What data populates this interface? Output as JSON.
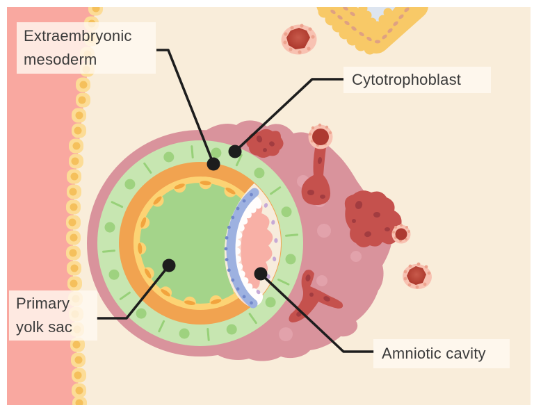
{
  "figure": {
    "type": "medical-illustration",
    "subject": "Implanted blastocyst with primary yolk sac and amniotic cavity"
  },
  "labels": [
    {
      "id": "extraembryonic-mesoderm",
      "lines": [
        "Extraembryonic",
        "mesoderm"
      ]
    },
    {
      "id": "cytotrophoblast",
      "lines": [
        "Cytotrophoblast"
      ]
    },
    {
      "id": "primary-yolk-sac",
      "lines": [
        "Primary",
        "yolk sac"
      ]
    },
    {
      "id": "amniotic-cavity",
      "lines": [
        "Amniotic cavity"
      ]
    }
  ],
  "colors": {
    "page_margin": "#ffffff",
    "background": "#f9edda",
    "uterine_wall": "#f9a8a0",
    "uterine_cell": "#fcdc96",
    "uterine_cell_nucleus": "#f5c05c",
    "syncytiotrophoblast": "#d9939c",
    "syncytio_light_spot": "#e2a2ab",
    "lacuna": "#c5514d",
    "lacuna_spot": "#a23c40",
    "blood_vessel_rim": "#f8c2b2",
    "blood_vessel_core": "#ad3a31",
    "cytotrophoblast_ring": "#c7e6b1",
    "cytotrophoblast_cell": "#9ed27f",
    "extraembryonic_mesoderm": "#f1a350",
    "yolk_membrane": "#fcd374",
    "yolk_membrane_nucleus": "#f2a43e",
    "yolk_sac": "#a4d48a",
    "disc_band": "#9db1e0",
    "disc_dot": "#7187ca",
    "amnion_outer": "#f7ecdc",
    "amnion_dot": "#c6a9d6",
    "amnion_cell": "#fffdfc",
    "amnion_base": "#fbd9cd",
    "amniotic_cavity": "#f8b0a6",
    "gland_cell": "#f8c967",
    "gland_nucleus": "#dfa182",
    "gland_lumen": "#dde5f0",
    "leader_line": "#1d1d1d",
    "label_text": "#3b3b3b"
  }
}
